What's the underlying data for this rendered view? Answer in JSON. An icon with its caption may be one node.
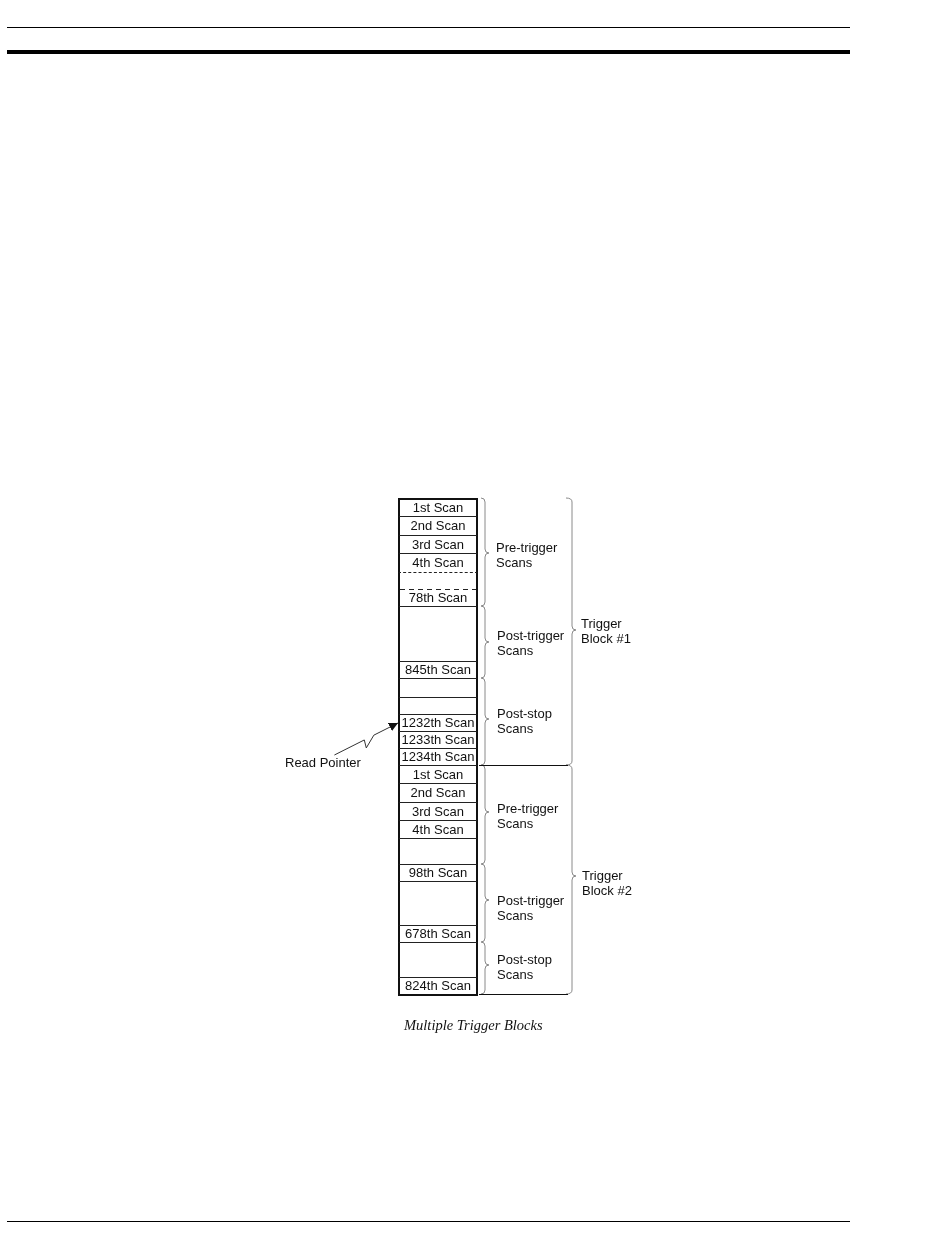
{
  "diagram": {
    "caption": "Multiple Trigger Blocks",
    "nodes": [
      {
        "text": [
          "1st Scan"
        ]
      },
      {
        "text": [
          "2nd Scan"
        ]
      },
      {
        "text": [
          "3rd Scan"
        ]
      },
      {
        "text": [
          "4th Scan"
        ]
      },
      {
        "text": [
          "78th Scan"
        ]
      },
      {
        "text": [],
        "shape": "box"
      },
      {
        "text": [
          "845th Scan"
        ]
      },
      {
        "text": [],
        "shape": "box"
      },
      {
        "text": [],
        "shape": "box"
      },
      {
        "text": [
          "1232th Scan"
        ]
      },
      {
        "text": [
          "1233th Scan"
        ]
      },
      {
        "text": [
          "1234th Scan"
        ]
      },
      {
        "text": [
          "1st Scan"
        ]
      },
      {
        "text": [
          "2nd Scan"
        ]
      },
      {
        "text": [
          "3rd Scan"
        ]
      },
      {
        "text": [
          "4th Scan"
        ]
      },
      {
        "text": [],
        "shape": "box"
      },
      {
        "text": [
          "98th Scan"
        ]
      },
      {
        "text": [],
        "shape": "box"
      },
      {
        "text": [
          "678th Scan"
        ]
      },
      {
        "text": [],
        "shape": "box"
      },
      {
        "text": [
          "824th Scan"
        ]
      },
      {
        "text": [
          "Read Pointer"
        ]
      }
    ],
    "edges": [
      {
        "from": 22,
        "to": 9,
        "arrow": "to"
      }
    ],
    "labels": [
      "Pre-trigger Scans",
      "Post-trigger Scans",
      "Post-stop Scans",
      "Trigger Block #1",
      "Pre-trigger Scans",
      "Post-trigger Scans",
      "Post-stop Scans",
      "Trigger Block #2"
    ]
  }
}
